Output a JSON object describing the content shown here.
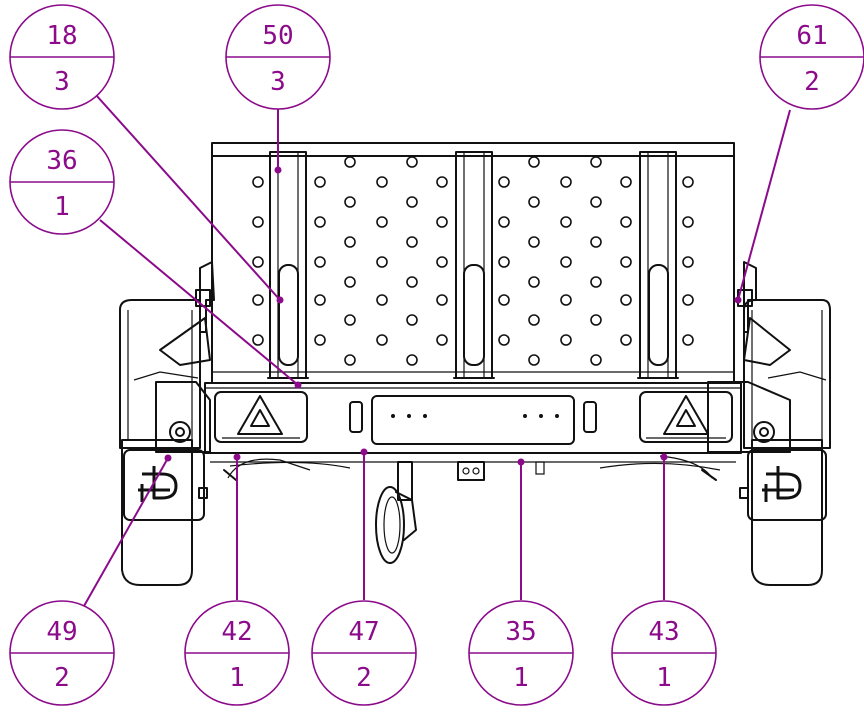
{
  "balloons": [
    {
      "item": "18",
      "qty": "3"
    },
    {
      "item": "50",
      "qty": "3"
    },
    {
      "item": "61",
      "qty": "2"
    },
    {
      "item": "36",
      "qty": "1"
    },
    {
      "item": "49",
      "qty": "2"
    },
    {
      "item": "42",
      "qty": "1"
    },
    {
      "item": "47",
      "qty": "2"
    },
    {
      "item": "35",
      "qty": "1"
    },
    {
      "item": "43",
      "qty": "1"
    }
  ],
  "colors": {
    "balloon": "#8b0b8b",
    "line": "#111111"
  }
}
